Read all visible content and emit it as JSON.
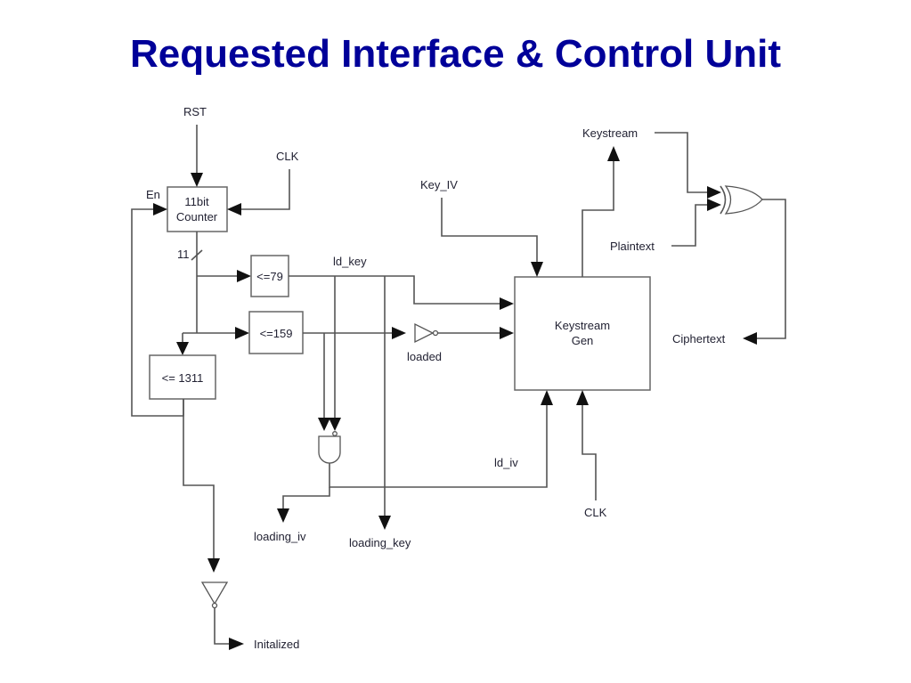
{
  "title": "Requested Interface & Control Unit",
  "title_color": "#000099",
  "diagram": {
    "inputs": {
      "rst": "RST",
      "clk_counter": "CLK",
      "en": "En",
      "key_iv": "Key_IV",
      "plaintext": "Plaintext",
      "clk_keystream": "CLK"
    },
    "blocks": {
      "counter_line1": "11bit",
      "counter_line2": "Counter",
      "cmp79": "<=79",
      "cmp159": "<=159",
      "cmp1311": "<= 1311",
      "keystream_gen_line1": "Keystream",
      "keystream_gen_line2": "Gen"
    },
    "bus_width": "11",
    "signals": {
      "ld_key": "ld_key",
      "loaded": "loaded",
      "ld_iv": "ld_iv",
      "keystream": "Keystream"
    },
    "outputs": {
      "ciphertext": "Ciphertext",
      "loading_iv": "loading_iv",
      "loading_key": "loading_key",
      "initialized": "Initalized"
    },
    "gates": [
      "and-gate",
      "not-gate-loaded",
      "not-gate-initialized",
      "xor-gate"
    ]
  }
}
